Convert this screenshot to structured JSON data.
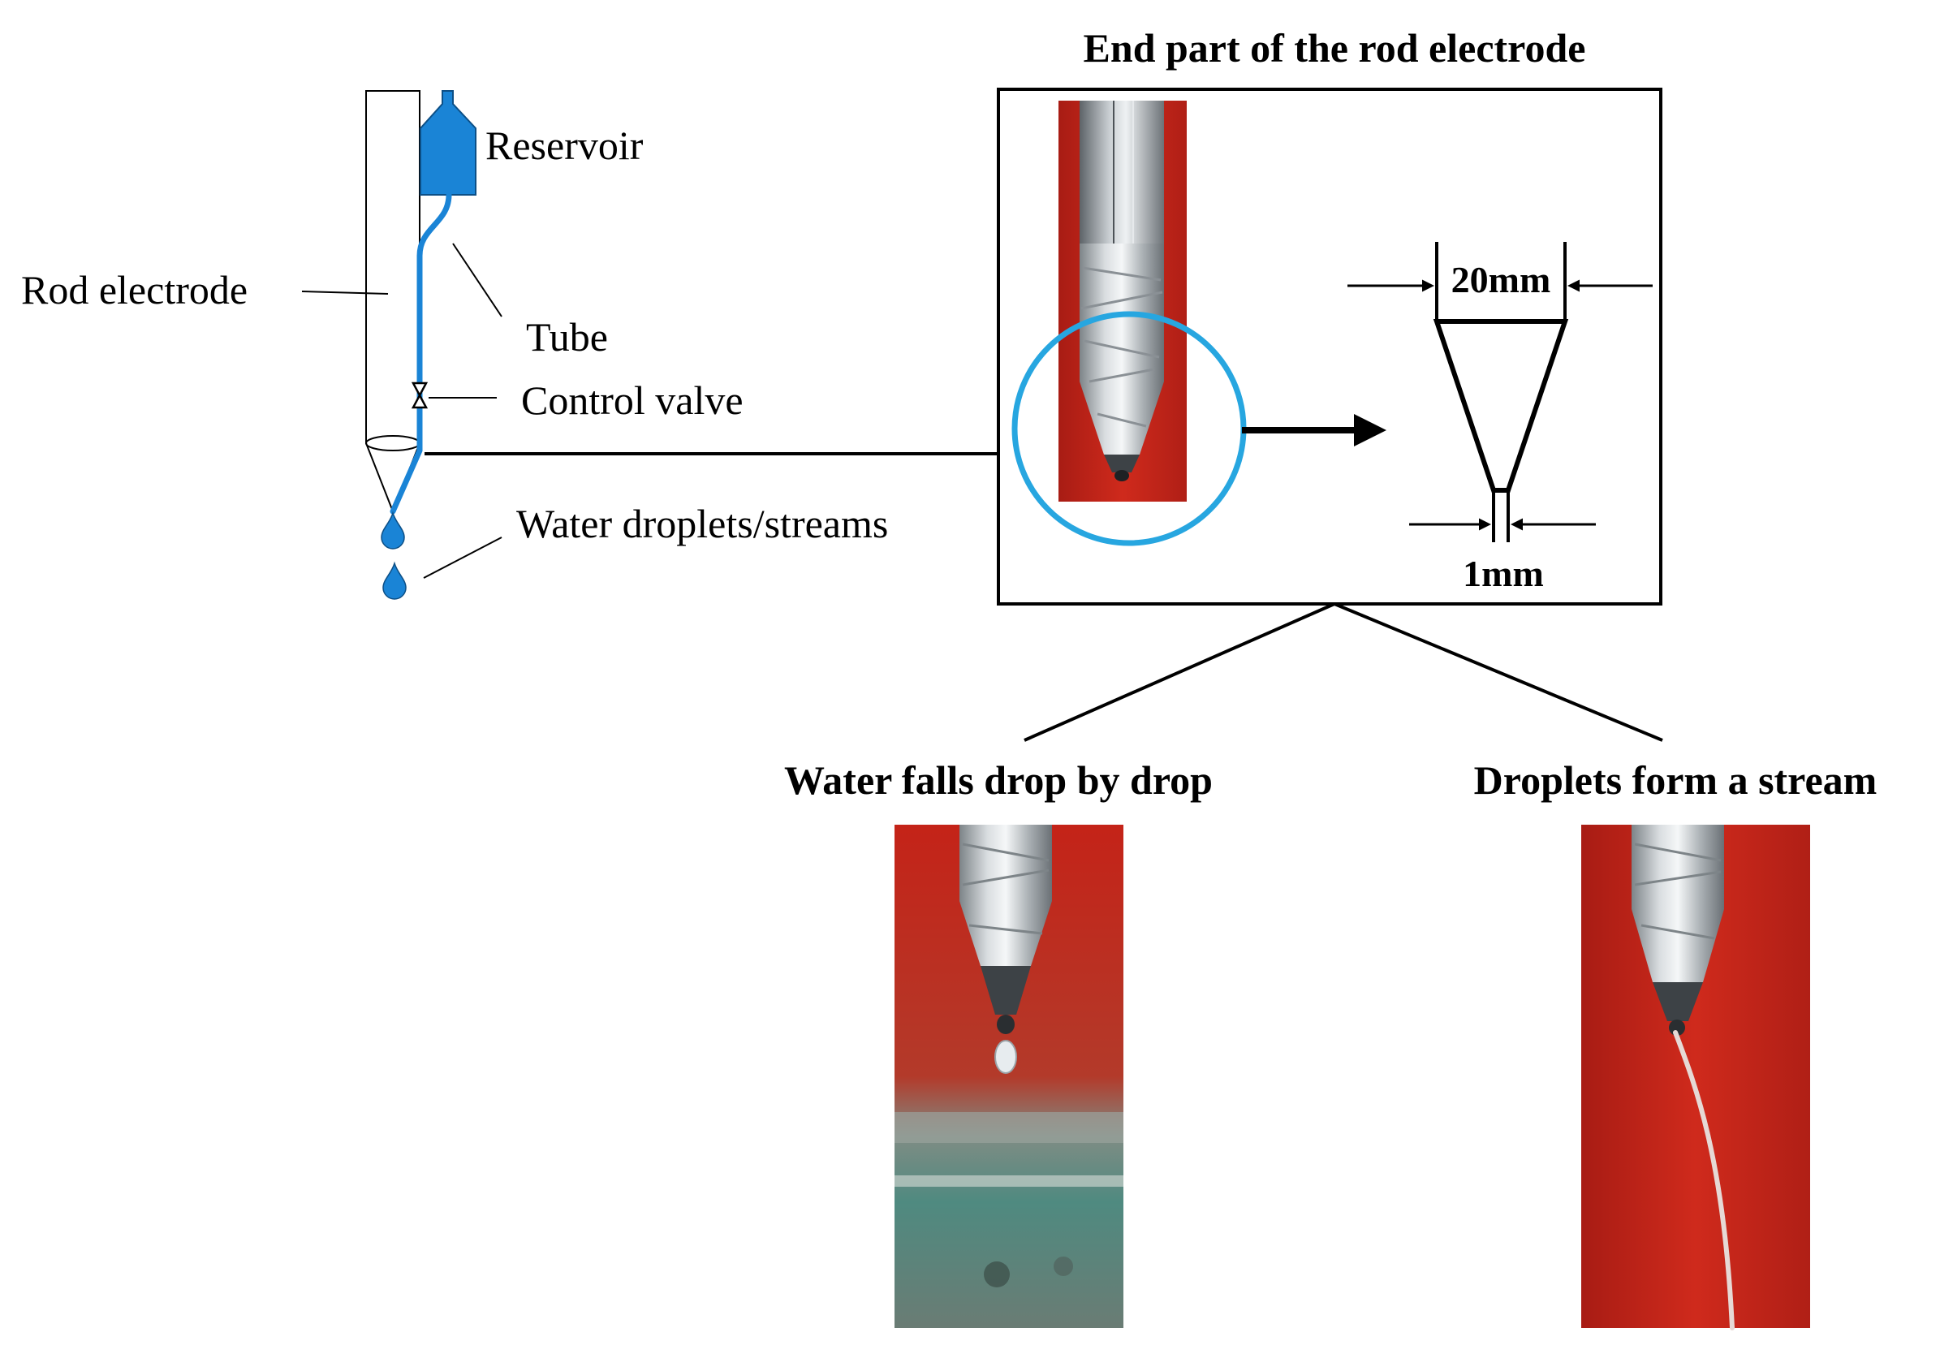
{
  "labels": {
    "reservoir": "Reservoir",
    "rod_electrode": "Rod electrode",
    "tube": "Tube",
    "control_valve": "Control valve",
    "water_droplets": "Water droplets/streams",
    "end_part_title": "End part of the rod electrode",
    "dim_top": "20mm",
    "dim_bottom": "1mm",
    "caption_drop": "Water falls drop by drop",
    "caption_stream": "Droplets form a stream"
  },
  "colors": {
    "water_blue": "#1a84d6",
    "highlight_circle": "#27a6e0",
    "photo_background_red": "#c42318",
    "foil_silver": "#c8cdd0",
    "outline": "#000000"
  }
}
